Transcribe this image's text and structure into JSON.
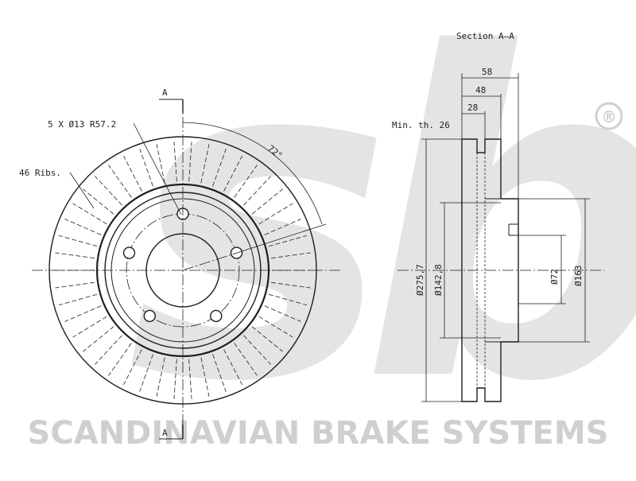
{
  "watermark": {
    "logo_letters": "sbs",
    "registered_mark": "®",
    "brand": "SCANDINAVIAN BRAKE SYSTEMS",
    "color": "#d3d3d3"
  },
  "front_view": {
    "section_mark_top": "A",
    "section_mark_bottom": "A",
    "bolt_label": "5 X Ø13 R57.2",
    "ribs_label": "46 Ribs.",
    "angle_label": "72°",
    "bolt_count": 5,
    "rib_count": 46
  },
  "section_view": {
    "title": "Section A–A",
    "min_thickness": "Min. th. 26",
    "dim_58": "58",
    "dim_48": "48",
    "dim_28": "28",
    "dia_275": "Ø275,7",
    "dia_142": "Ø142,8",
    "dia_72": "Ø72",
    "dia_163": "Ø163"
  },
  "colors": {
    "line": "#1e1e1e",
    "background": "#ffffff"
  }
}
